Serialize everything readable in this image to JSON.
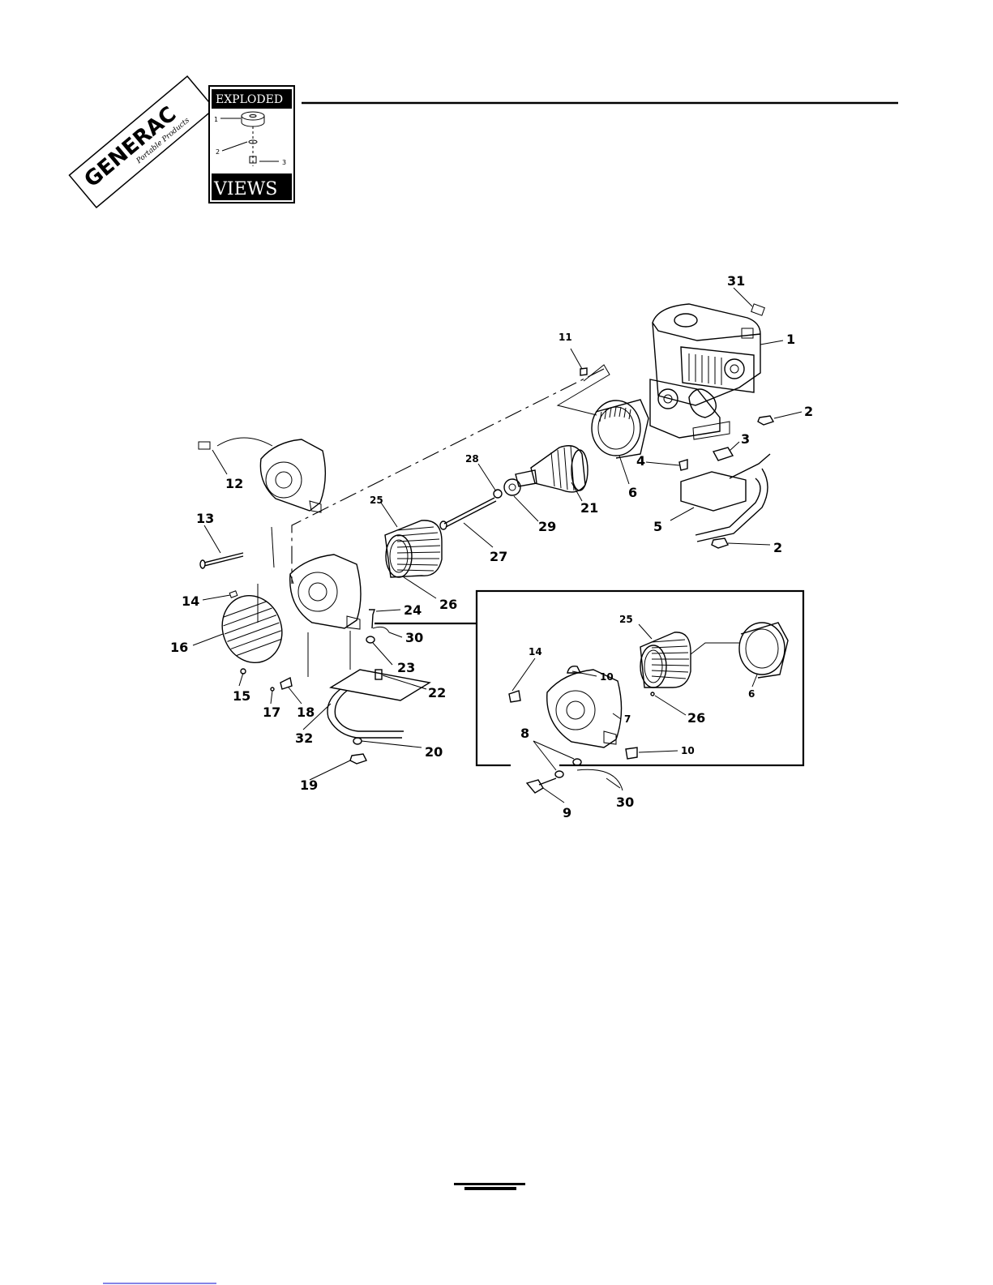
{
  "brand": {
    "name": "GENERAC",
    "tagline": "Portable Products"
  },
  "badge": {
    "title_top": "EXPLODED",
    "title_bottom": "VIEWS",
    "sample_callouts": [
      "1",
      "2",
      "3"
    ]
  },
  "callouts": {
    "c1": "1",
    "c2a": "2",
    "c2b": "2",
    "c3": "3",
    "c4": "4",
    "c5": "5",
    "c6a": "6",
    "c6b": "6",
    "c7": "7",
    "c8": "8",
    "c9": "9",
    "c10a": "10",
    "c10b": "10",
    "c11": "11",
    "c12": "12",
    "c13": "13",
    "c14a": "14",
    "c14b": "14",
    "c15": "15",
    "c16": "16",
    "c17": "17",
    "c18": "18",
    "c19": "19",
    "c20": "20",
    "c21": "21",
    "c22": "22",
    "c23": "23",
    "c24": "24",
    "c25a": "25",
    "c25b": "25",
    "c26a": "26",
    "c26b": "26",
    "c27": "27",
    "c28": "28",
    "c29": "29",
    "c30a": "30",
    "c30b": "30",
    "c31": "31",
    "c32": "32"
  },
  "colors": {
    "ink": "#000000",
    "paper": "#ffffff",
    "link_underline": "#3a3ad6"
  }
}
